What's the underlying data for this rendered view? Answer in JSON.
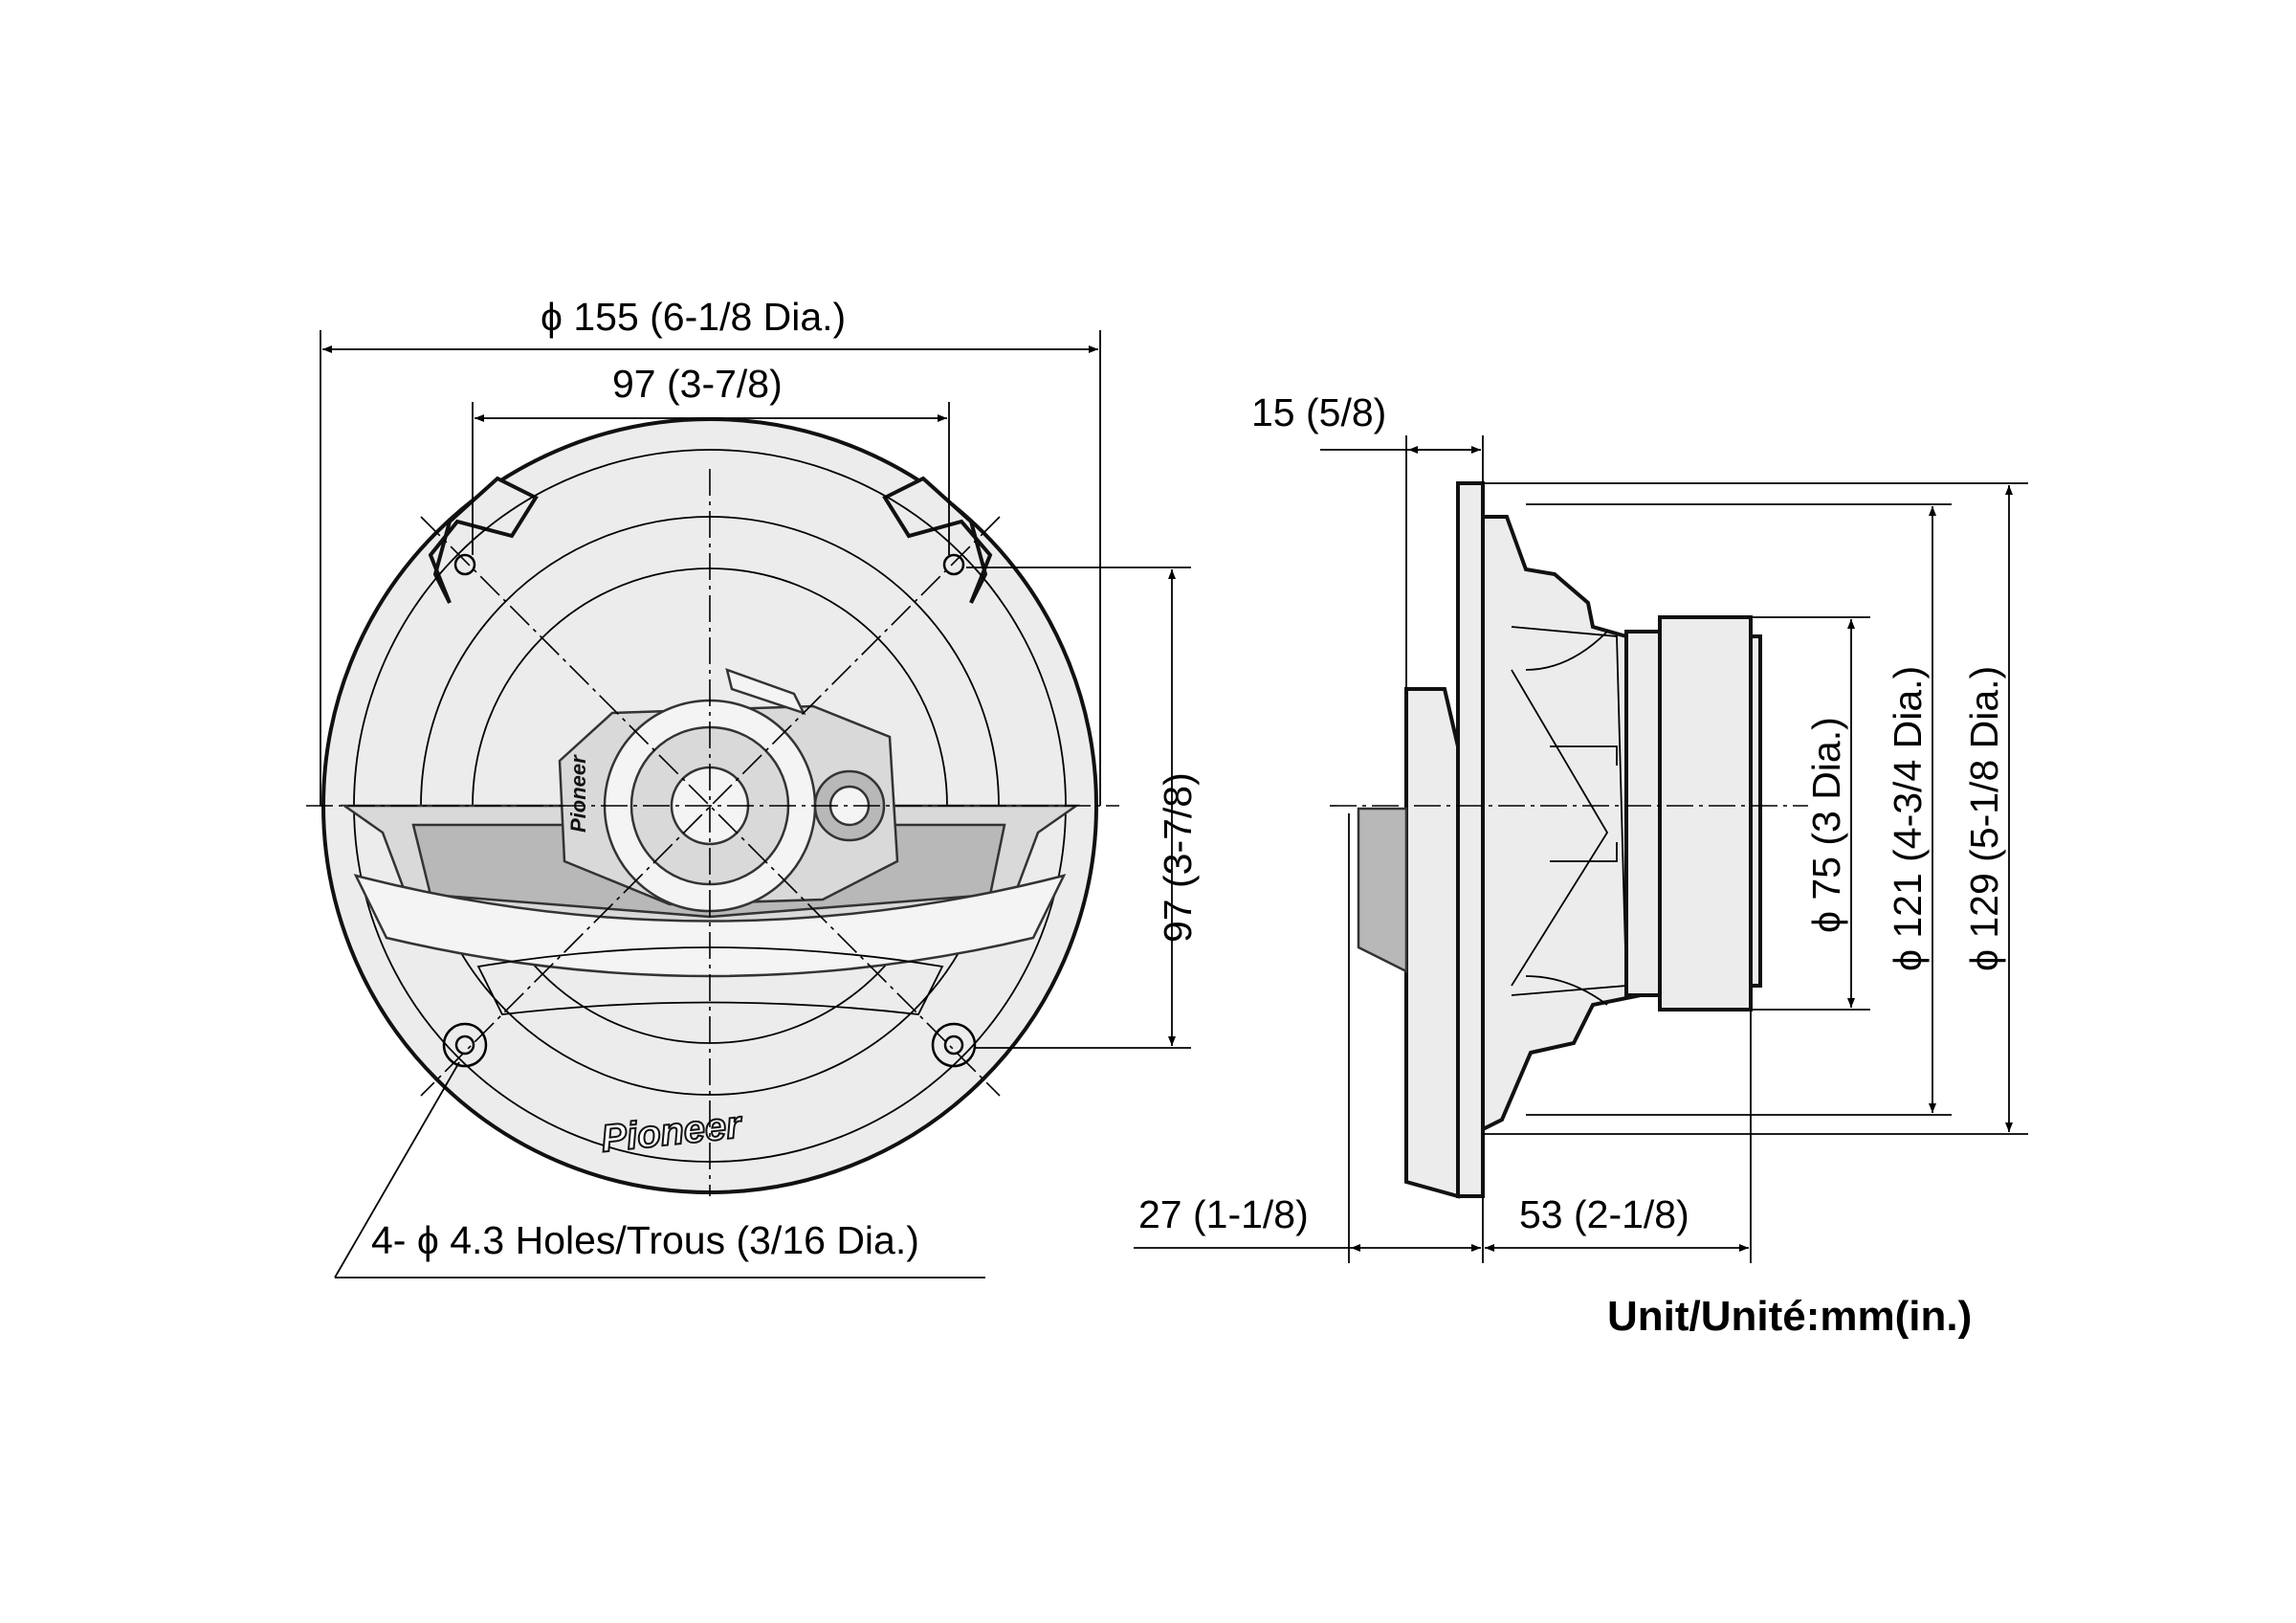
{
  "front_view": {
    "dim_outer_diameter": "ϕ 155 (6-1/8 Dia.)",
    "dim_mount_width": "97 (3-7/8)",
    "dim_mount_height": "97 (3-7/8)",
    "dim_holes": "4- ϕ 4.3 Holes/Trous (3/16 Dia.)",
    "logo_text": "Pioneer"
  },
  "side_view": {
    "dim_flange": "15 (5/8)",
    "dim_front_depth": "27 (1-1/8)",
    "dim_mount_depth": "53 (2-1/8)",
    "dim_magnet": "ϕ 75 (3 Dia.)",
    "dim_cutout": "ϕ 121 (4-3/4 Dia.)",
    "dim_frame": "ϕ 129 (5-1/8 Dia.)"
  },
  "unit_note": "Unit/Unité:mm(in.)"
}
